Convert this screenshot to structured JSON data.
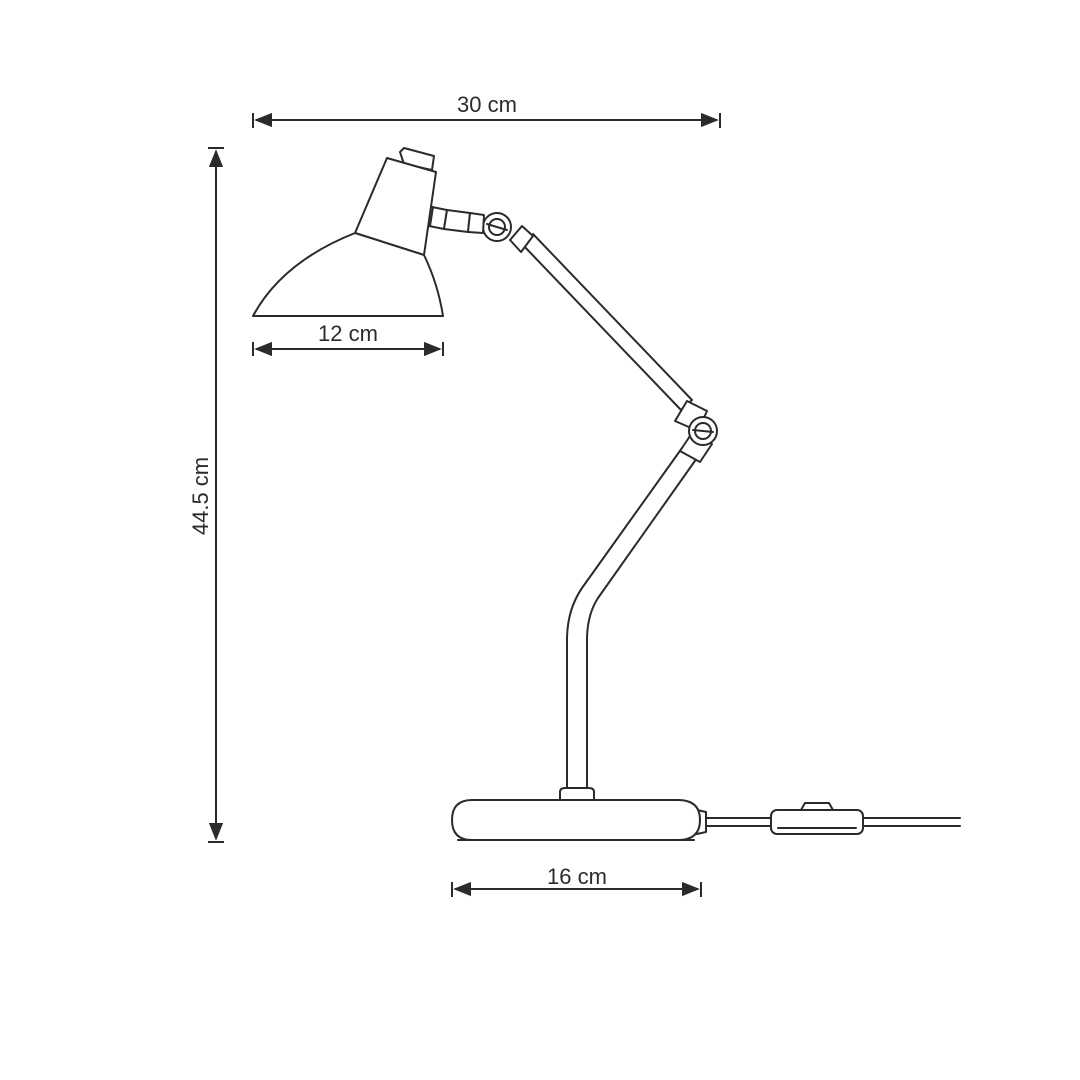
{
  "dimensions": {
    "total_width": "30 cm",
    "shade_width": "12 cm",
    "total_height": "44.5 cm",
    "base_width": "16 cm"
  },
  "colors": {
    "line": "#2b2b2b",
    "background": "#ffffff"
  }
}
